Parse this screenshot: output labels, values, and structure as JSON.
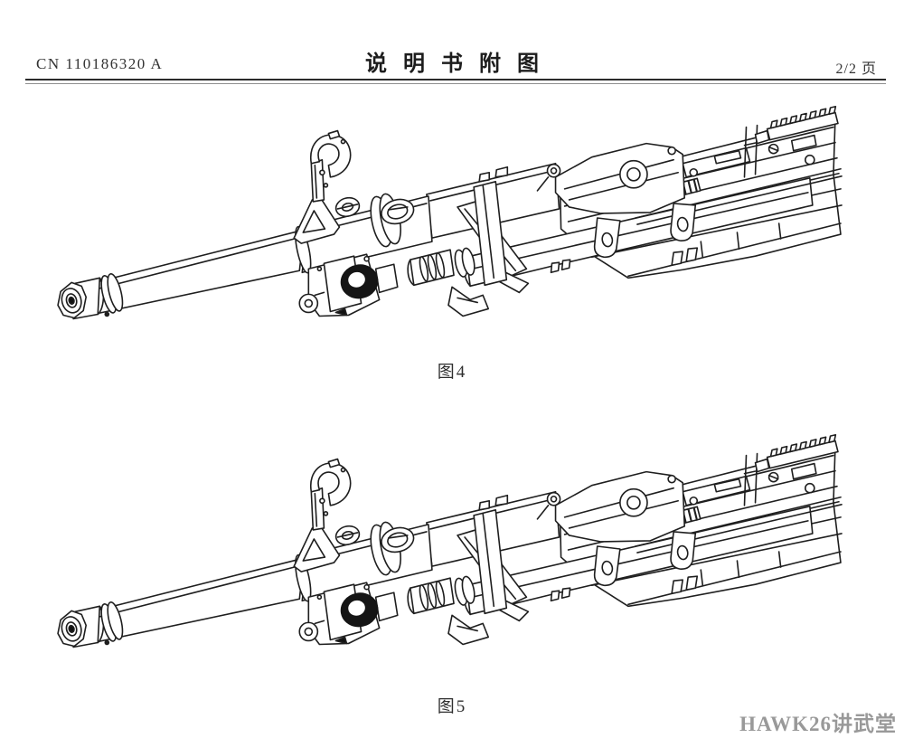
{
  "document": {
    "header": {
      "patent_number": "CN 110186320 A",
      "title": "说明书附图",
      "page_indicator": "2/2 页"
    },
    "figures": [
      {
        "label": "图4"
      },
      {
        "label": "图5"
      }
    ],
    "watermark": "HAWK26讲武堂",
    "colors": {
      "line": "#1f1f1f",
      "rule": "#2b2b2b",
      "watermark": "#999999",
      "background": "#ffffff"
    }
  }
}
